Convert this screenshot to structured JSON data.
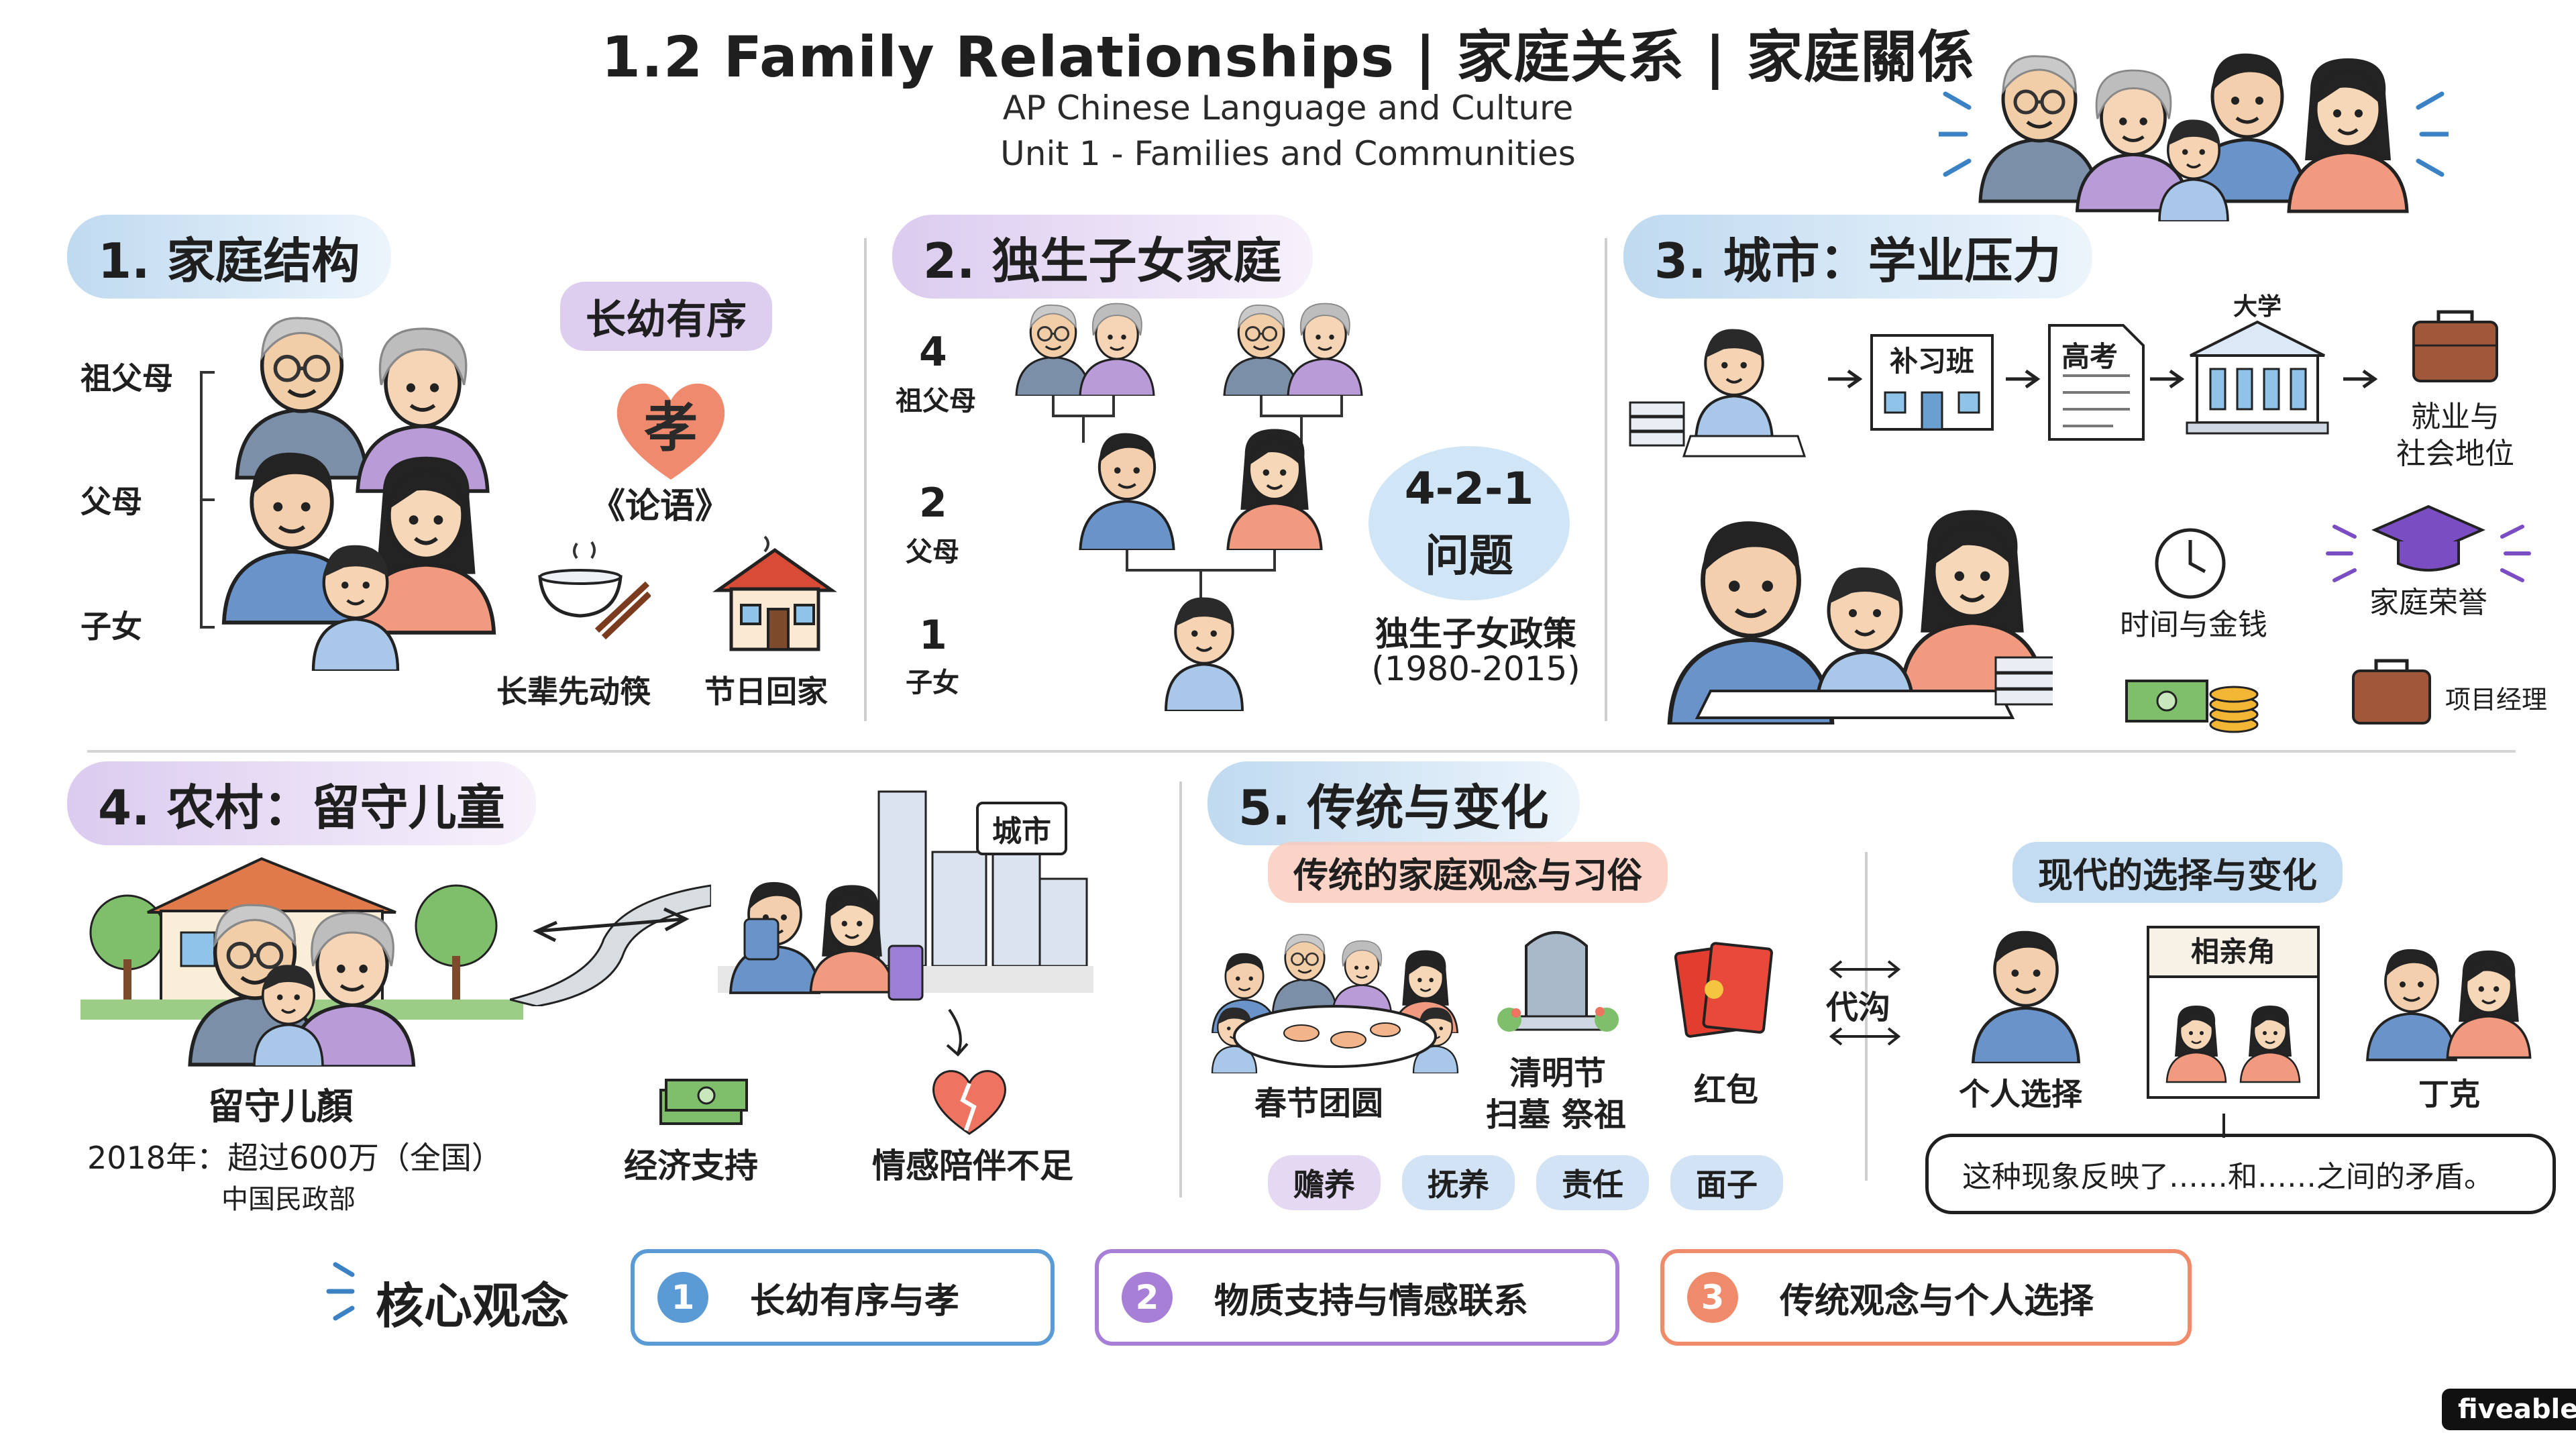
{
  "header": {
    "title": "1.2 Family Relationships | 家庭关系 | 家庭關係",
    "course": "AP Chinese Language and Culture",
    "unit": "Unit 1 - Families and Communities"
  },
  "s1": {
    "title": "1. 家庭结构",
    "gen_grandparents": "祖父母",
    "gen_parents": "父母",
    "gen_children": "子女",
    "seniority_tag": "长幼有序",
    "filial_char": "孝",
    "analects": "《论语》",
    "elders_first": "长辈先动筷",
    "holiday_home": "节日回家"
  },
  "s2": {
    "title": "2. 独生子女家庭",
    "n_grandparents": "4",
    "l_grandparents": "祖父母",
    "n_parents": "2",
    "l_parents": "父母",
    "n_child": "1",
    "l_child": "子女",
    "problem_num": "4-2-1",
    "problem_word": "问题",
    "policy": "独生子女政策",
    "policy_years": "(1980-2015)"
  },
  "s3": {
    "title": "3. 城市：学业压力",
    "cram": "补习班",
    "gaokao": "高考",
    "university": "大学",
    "career_l1": "就业与",
    "career_l2": "社会地位",
    "time_money": "时间与金钱",
    "honor": "家庭荣誉",
    "pm": "项目经理"
  },
  "s4": {
    "title": "4. 农村：留守儿童",
    "city": "城市",
    "left_behind": "留守儿顏",
    "stat": "2018年：超过600万（全国）",
    "source": "中国民政部",
    "econ": "经济支持",
    "emotional": "情感陪伴不足"
  },
  "s5": {
    "title": "5. 传统与变化",
    "trad_header": "传统的家庭观念与习俗",
    "modern_header": "现代的选择与变化",
    "spring": "春节团圆",
    "qingming_l1": "清明节",
    "qingming_l2": "扫墓 祭祖",
    "hongbao": "红包",
    "tags": [
      "赡养",
      "抚养",
      "责任",
      "面子"
    ],
    "gap": "代沟",
    "personal": "个人选择",
    "matchmaking": "相亲角",
    "dink": "丁克",
    "sentence": "这种现象反映了……和……之间的矛盾。"
  },
  "core": {
    "title": "核心观念",
    "items": [
      {
        "num": "1",
        "text": "长幼有序与孝"
      },
      {
        "num": "2",
        "text": "物质支持与情感联系"
      },
      {
        "num": "3",
        "text": "传统观念与个人选择"
      }
    ]
  },
  "brand": "fiveable",
  "colors": {
    "blue_accent": "#5b9bd5",
    "purple_accent": "#a77fd6",
    "orange_accent": "#ef8a6a",
    "heart": "#f08a6e",
    "heart_broken": "#ee7361"
  }
}
